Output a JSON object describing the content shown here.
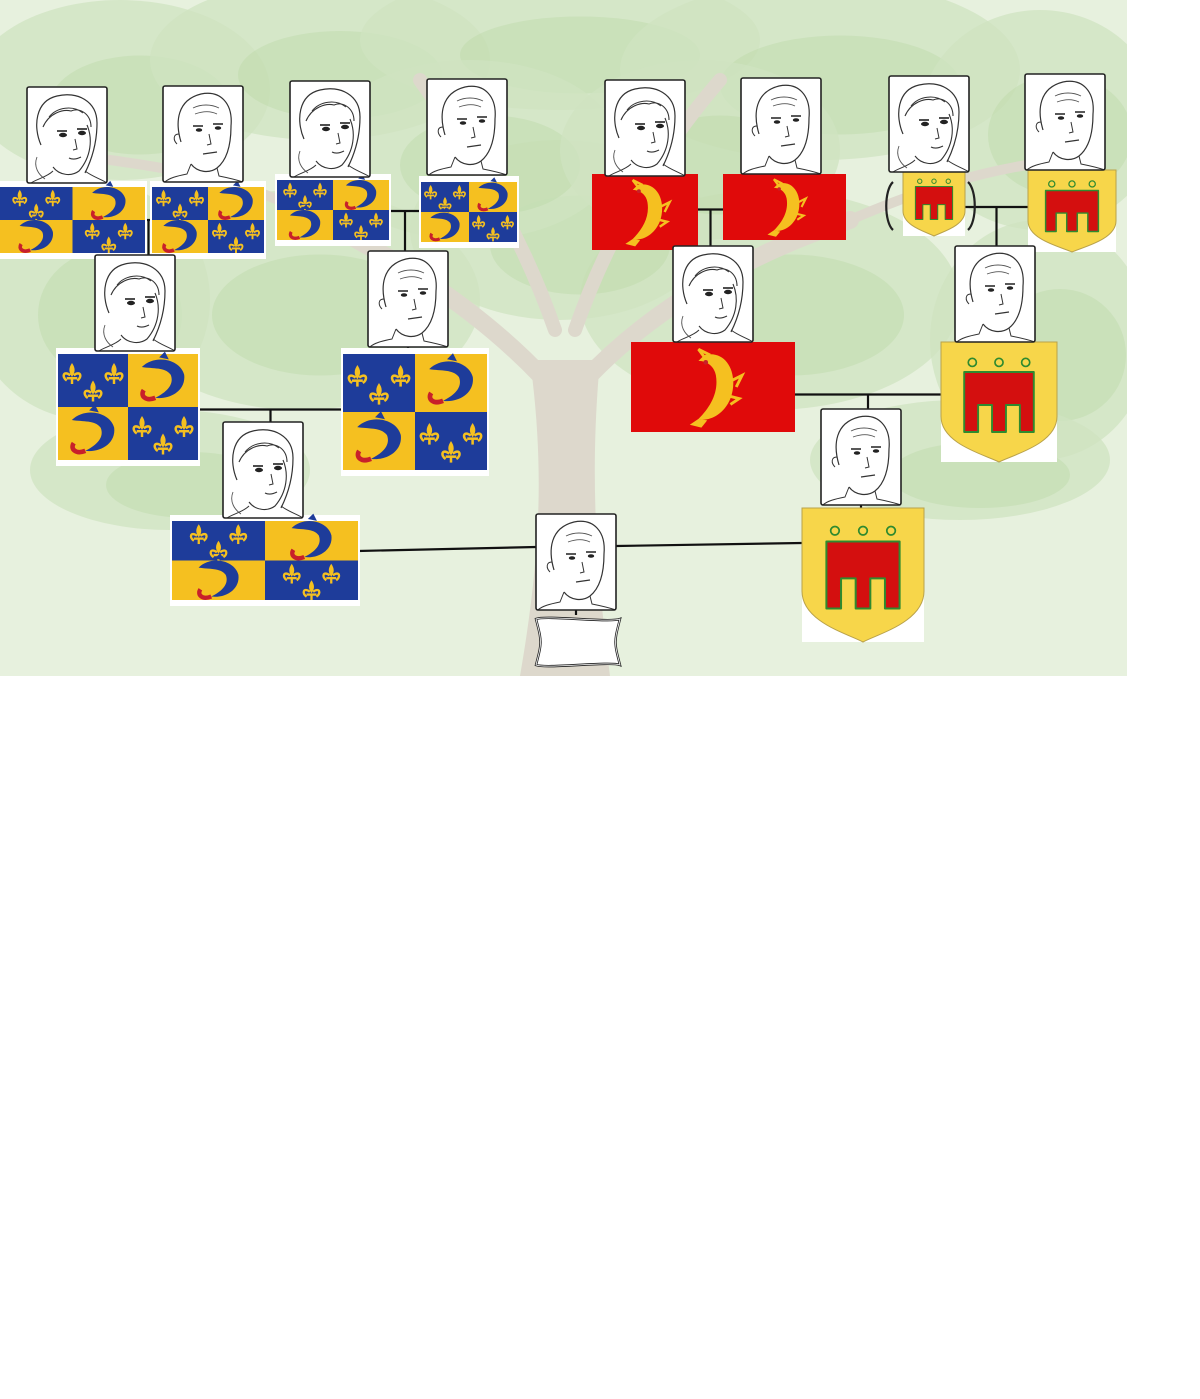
{
  "colors": {
    "azure": "#1e3c9a",
    "or": "#f5c020",
    "gules": "#e00a0a",
    "shield_yellow": "#f7d64a",
    "shield_red": "#d40f0f",
    "vert": "#2f8a2f",
    "foliage": "#cfe3c0",
    "trunk": "#ddd8cc",
    "frame": "#222222",
    "line": "#111111"
  },
  "icons": {
    "woman": "woman-portrait-icon",
    "man": "man-portrait-icon",
    "dauphine": "dauphine-coat-of-arms-icon",
    "lyonnais": "lyonnais-dolphin-arms-icon",
    "auvergne": "auvergne-gonfanon-shield-icon"
  },
  "diagram": {
    "type": "family-tree",
    "generations": 4,
    "people": [
      {
        "id": "p1",
        "gender": "woman",
        "arms": "dauphine"
      },
      {
        "id": "p2",
        "gender": "man",
        "arms": "dauphine"
      },
      {
        "id": "p3",
        "gender": "woman",
        "arms": "dauphine"
      },
      {
        "id": "p4",
        "gender": "man",
        "arms": "dauphine"
      },
      {
        "id": "p5",
        "gender": "woman",
        "arms": "dauphine"
      },
      {
        "id": "p6",
        "gender": "man",
        "arms": "dauphine"
      },
      {
        "id": "p7",
        "gender": "woman",
        "arms": "dauphine"
      },
      {
        "id": "p8",
        "gender": "woman",
        "arms": "lyonnais"
      },
      {
        "id": "p9",
        "gender": "man",
        "arms": "lyonnais"
      },
      {
        "id": "p10",
        "gender": "woman",
        "arms": "auvergne"
      },
      {
        "id": "p11",
        "gender": "man",
        "arms": "auvergne"
      },
      {
        "id": "p12",
        "gender": "woman",
        "arms": "lyonnais"
      },
      {
        "id": "p13",
        "gender": "man",
        "arms": "auvergne"
      },
      {
        "id": "p14",
        "gender": "man",
        "arms": "auvergne"
      },
      {
        "id": "p15",
        "gender": "man",
        "arms": "none",
        "banner": "scroll"
      }
    ],
    "unions": [
      {
        "partners": [
          "p1",
          "p2"
        ],
        "child": "p5"
      },
      {
        "partners": [
          "p3",
          "p4"
        ],
        "child": "p6"
      },
      {
        "partners": [
          "p5",
          "p6"
        ],
        "child": "p7"
      },
      {
        "partners": [
          "p8",
          "p9"
        ],
        "child": "p12"
      },
      {
        "partners": [
          "p10",
          "p11"
        ],
        "child": "p13"
      },
      {
        "partners": [
          "p12",
          "p13"
        ],
        "child": "p14"
      },
      {
        "partners": [
          "p7",
          "p14"
        ],
        "child": "p15"
      }
    ]
  }
}
